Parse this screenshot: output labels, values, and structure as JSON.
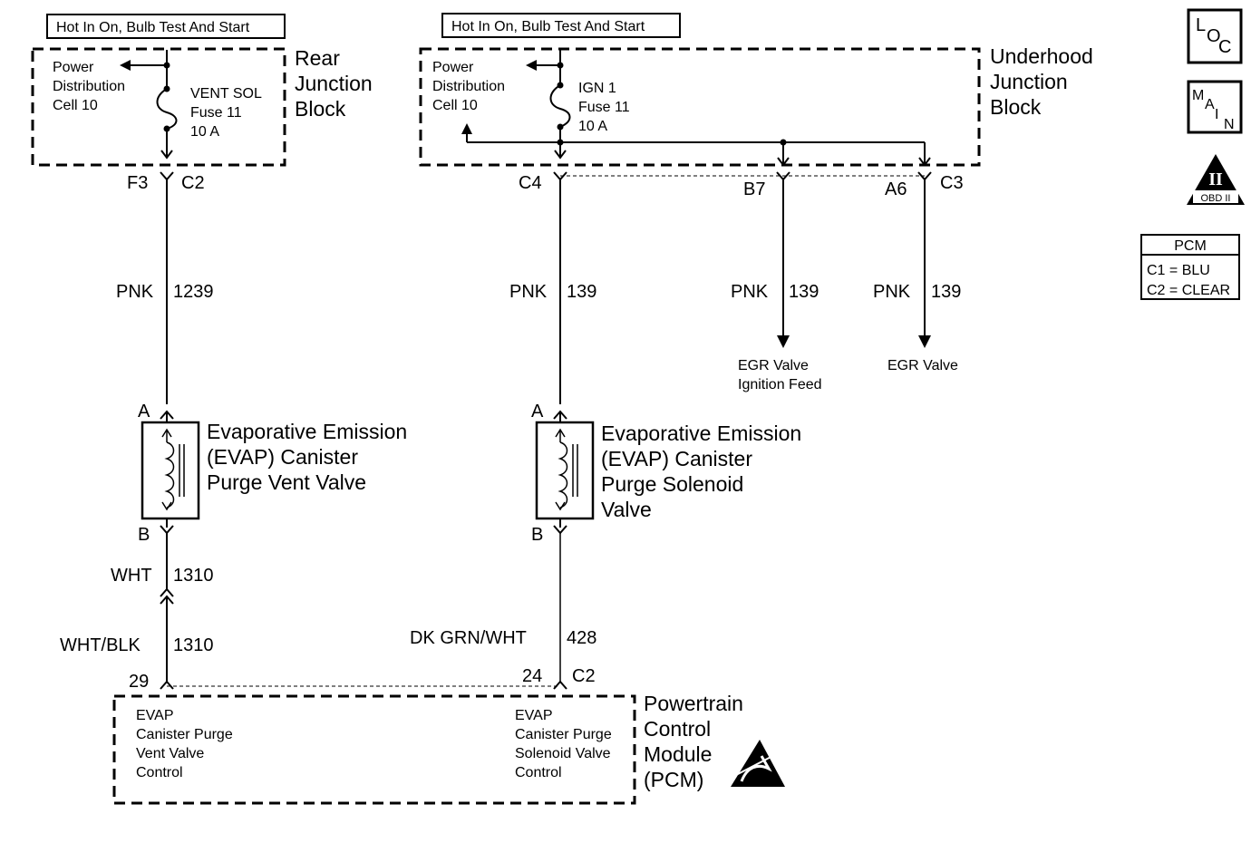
{
  "rear_block": {
    "header": "Hot In On, Bulb Test And Start",
    "title_l1": "Rear",
    "title_l2": "Junction",
    "title_l3": "Block",
    "pd_l1": "Power",
    "pd_l2": "Distribution",
    "pd_l3": "Cell 10",
    "fuse_l1": "VENT SOL",
    "fuse_l2": "Fuse 11",
    "fuse_l3": "10 A",
    "pin": "F3",
    "connector": "C2"
  },
  "underhood_block": {
    "header": "Hot In On, Bulb Test And Start",
    "title_l1": "Underhood",
    "title_l2": "Junction",
    "title_l3": "Block",
    "pd_l1": "Power",
    "pd_l2": "Distribution",
    "pd_l3": "Cell 10",
    "fuse_l1": "IGN 1",
    "fuse_l2": "Fuse 11",
    "fuse_l3": "10 A",
    "conn_c4": "C4",
    "pin_b7": "B7",
    "pin_a6": "A6",
    "conn_c3": "C3"
  },
  "wires": {
    "w1239_color": "PNK",
    "w1239_num": "1239",
    "w139a_color": "PNK",
    "w139a_num": "139",
    "w139b_color": "PNK",
    "w139b_num": "139",
    "w139c_color": "PNK",
    "w139c_num": "139",
    "w1310a_color": "WHT",
    "w1310a_num": "1310",
    "w1310b_color": "WHT/BLK",
    "w1310b_num": "1310",
    "w428_color": "DK GRN/WHT",
    "w428_num": "428"
  },
  "loads": {
    "egr_feed_l1": "EGR Valve",
    "egr_feed_l2": "Ignition Feed",
    "egr_valve": "EGR Valve"
  },
  "vent_valve": {
    "pin_a": "A",
    "pin_b": "B",
    "l1": "Evaporative Emission",
    "l2": "(EVAP) Canister",
    "l3": "Purge Vent Valve"
  },
  "purge_valve": {
    "pin_a": "A",
    "pin_b": "B",
    "l1": "Evaporative Emission",
    "l2": "(EVAP) Canister",
    "l3": "Purge Solenoid",
    "l4": "Valve"
  },
  "pcm": {
    "pin_29": "29",
    "pin_24": "24",
    "connector": "C2",
    "title_l1": "Powertrain",
    "title_l2": "Control",
    "title_l3": "Module",
    "title_l4": "(PCM)",
    "vent_l1": "EVAP",
    "vent_l2": "Canister Purge",
    "vent_l3": "Vent Valve",
    "vent_l4": "Control",
    "sol_l1": "EVAP",
    "sol_l2": "Canister Purge",
    "sol_l3": "Solenoid Valve",
    "sol_l4": "Control"
  },
  "legend": {
    "loc_l": "L",
    "loc_o": "O",
    "loc_c": "C",
    "main_m": "M",
    "main_a": "A",
    "main_i": "I",
    "main_n": "N",
    "obd_mark": "II",
    "obd_text": "OBD II",
    "pcm_title": "PCM",
    "pcm_c1": "C1 = BLU",
    "pcm_c2": "C2 = CLEAR"
  },
  "icons": {
    "esd": "esd-warning-icon"
  }
}
